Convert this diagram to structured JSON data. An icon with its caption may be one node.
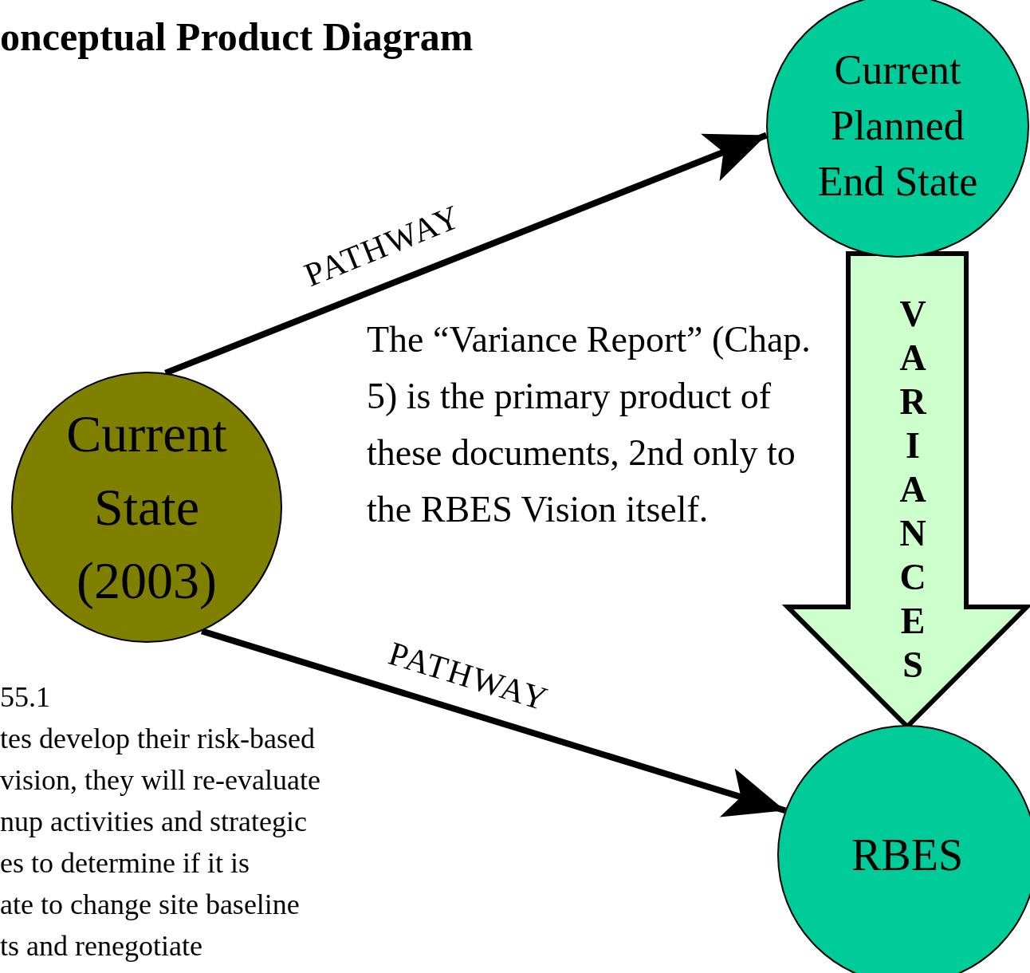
{
  "diagram": {
    "title": "onceptual Product Diagram",
    "nodes": [
      {
        "text": [
          "Current Planned End State"
        ]
      },
      {
        "text": [
          "Current State (2003)"
        ]
      },
      {
        "text": [
          "RBES"
        ]
      }
    ],
    "edges": [
      {
        "from": 1,
        "to": 0,
        "arrow": "to",
        "label": "PATHWAY"
      },
      {
        "from": 1,
        "to": 2,
        "arrow": "to",
        "label": "PATHWAY"
      },
      {
        "from": 0,
        "to": 2,
        "arrow": "to",
        "label": "VARIANCES",
        "style": "thick"
      }
    ],
    "labels": [
      "The “Variance Report” (Chap. 5) is the primary product of these documents, 2nd only to the RBES Vision itself.",
      "55.1",
      "tes develop their risk-based",
      "vision, they will re-evaluate",
      "nup activities and strategic",
      "es to determine if it is",
      "ate to change site baseline",
      "ts and renegotiate"
    ]
  }
}
